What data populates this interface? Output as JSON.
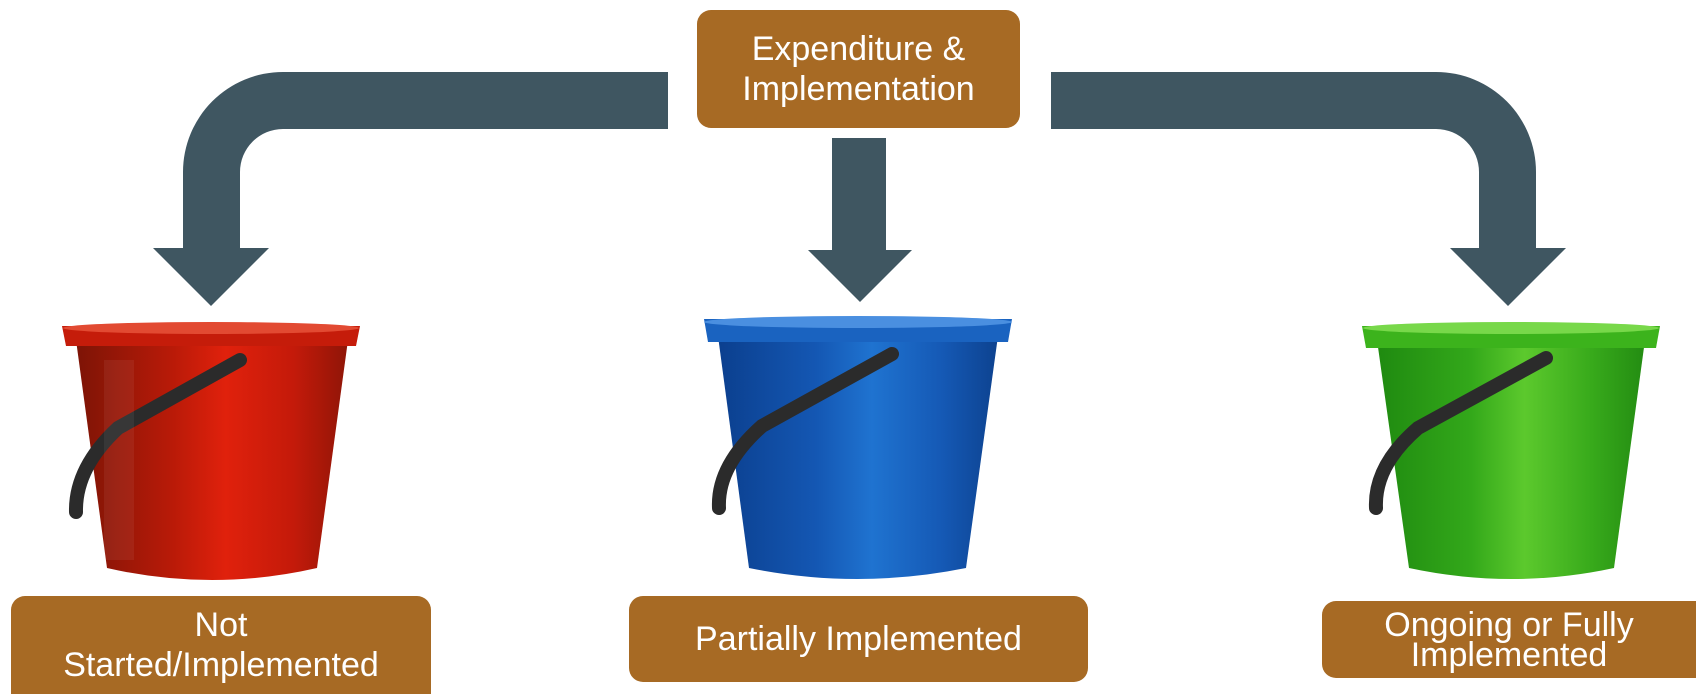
{
  "title": "Expenditure & Implementation",
  "title_lines": [
    "Expenditure &",
    "Implementation"
  ],
  "categories": [
    {
      "label_lines": [
        "Not",
        "Started/Implemented"
      ],
      "bucket_color": "#c91b0c",
      "name": "Not Started/Implemented"
    },
    {
      "label_lines": [
        "Partially Implemented"
      ],
      "bucket_color": "#1565c0",
      "name": "Partially Implemented"
    },
    {
      "label_lines": [
        "Ongoing or Fully",
        "Implemented"
      ],
      "bucket_color": "#3bb11c",
      "name": "Ongoing or Fully Implemented"
    }
  ],
  "colors": {
    "label_box": "#a76a24",
    "arrow": "#3f5661",
    "label_text": "#ffffff",
    "bucket_handle": "#2b2b2b"
  }
}
